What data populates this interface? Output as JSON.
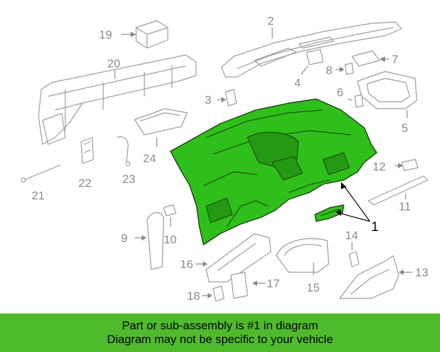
{
  "callouts": {
    "c1": "1",
    "c2": "2",
    "c3": "3",
    "c4": "4",
    "c5": "5",
    "c6": "6",
    "c7": "7",
    "c8": "8",
    "c9": "9",
    "c10": "10",
    "c11": "11",
    "c12": "12",
    "c13": "13",
    "c14": "14",
    "c15": "15",
    "c16": "16",
    "c17": "17",
    "c18": "18",
    "c19": "19",
    "c20": "20",
    "c21": "21",
    "c22": "22",
    "c23": "23",
    "c24": "24"
  },
  "banner": {
    "line1": "Part or sub-assembly is #1 in diagram",
    "line2": "Diagram may not be specific to your vehicle"
  },
  "colors": {
    "highlight_part": "#2fbf1a",
    "banner_background": "#4fbb2c",
    "line_art": "#9a9a9a"
  }
}
